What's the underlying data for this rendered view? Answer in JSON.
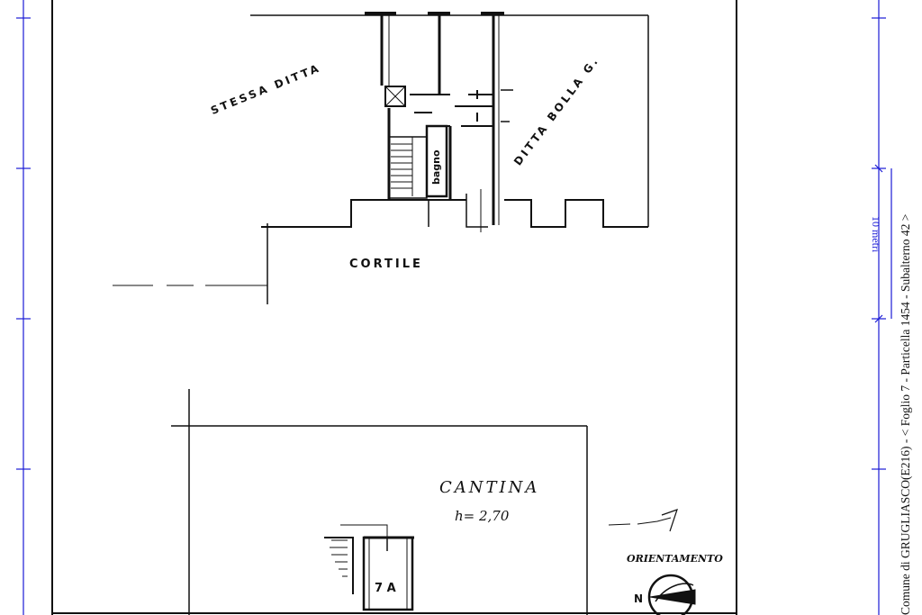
{
  "labels": {
    "stessa_ditta": "STESSA DITTA",
    "ditta_bolla": "DITTA BOLLA G.",
    "bagno": "bagno",
    "cortile": "CORTILE",
    "cantina": "CANTINA",
    "height": "h= 2,70",
    "unit": "7 A",
    "orientamento": "ORIENTAMENTO",
    "north": "N"
  },
  "margin": {
    "scale_text": "10 metri",
    "cadastral_ref": "Comune di GRUGLIASCO(E216) - < Foglio 7 - Particella 1454 - Subalterno 42 >"
  },
  "colors": {
    "ink": "#111111",
    "frame_blue": "#1a1ad6"
  }
}
